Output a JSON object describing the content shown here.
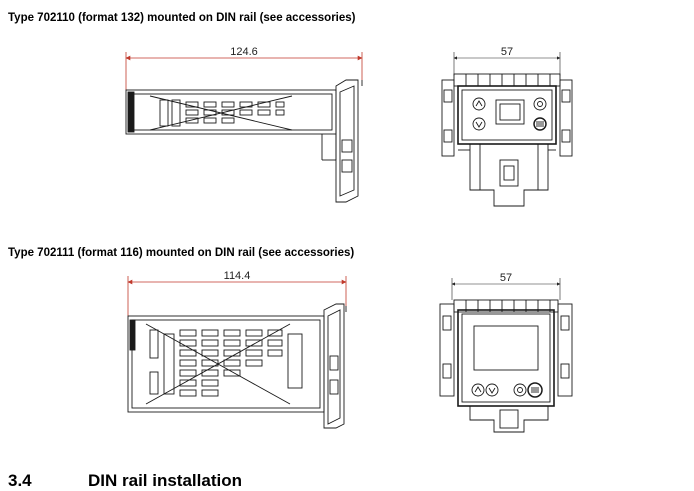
{
  "headings": {
    "type_132": "Type 702110 (format 132) mounted on DIN rail (see accessories)",
    "type_116": "Type 702111 (format 116) mounted on DIN rail (see accessories)"
  },
  "dimensions": {
    "side_132_width": "124.6",
    "front_132_width": "57",
    "side_116_width": "114.4",
    "front_116_width": "57"
  },
  "section": {
    "number": "3.4",
    "title": "DIN rail installation"
  },
  "colors": {
    "dimension_line": "#c0392b",
    "drawing_line": "#1a1a1a"
  }
}
